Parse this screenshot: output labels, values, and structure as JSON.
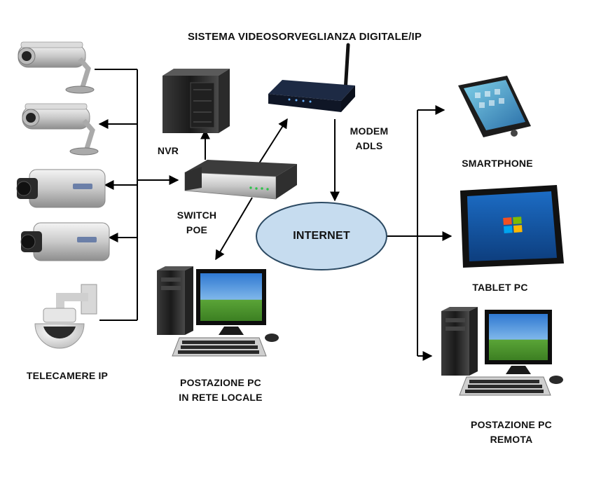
{
  "title": "SISTEMA VIDEOSORVEGLIANZA DIGITALE/IP",
  "labels": {
    "nvr": "NVR",
    "modem_1": "MODEM",
    "modem_2": "ADLS",
    "switch_1": "SWITCH",
    "switch_2": "POE",
    "internet": "INTERNET",
    "smartphone": "SMARTPHONE",
    "tablet": "TABLET PC",
    "local_pc_1": "POSTAZIONE PC",
    "local_pc_2": "IN RETE LOCALE",
    "remote_pc_1": "POSTAZIONE PC",
    "remote_pc_2": "REMOTA",
    "cameras": "TELECAMERE IP"
  },
  "colors": {
    "internet_fill": "#c6dcef",
    "internet_stroke": "#2c4a63",
    "line": "#000000",
    "screen": "#3a8fd6",
    "grass": "#4e9a2c"
  },
  "icons": [
    "bullet-camera-icon",
    "box-camera-icon",
    "dome-camera-icon",
    "nvr-icon",
    "modem-icon",
    "switch-icon",
    "smartphone-icon",
    "tablet-icon",
    "desktop-pc-icon"
  ]
}
